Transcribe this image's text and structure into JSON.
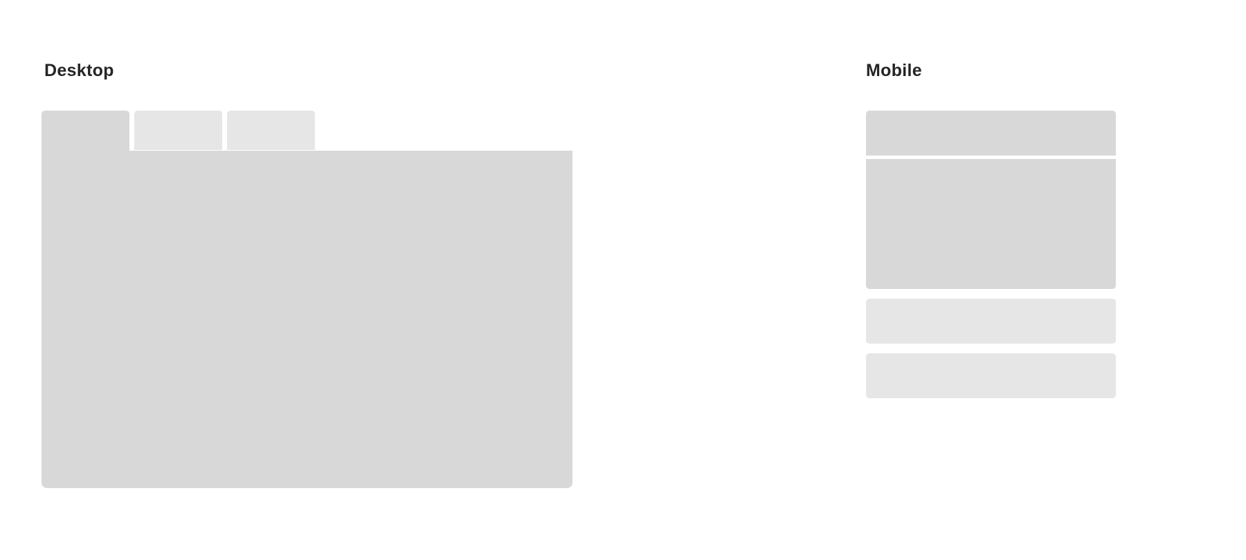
{
  "desktop": {
    "heading": "Desktop",
    "tabs": [
      {
        "state": "active",
        "color": "#d8d8d8"
      },
      {
        "state": "inactive",
        "color": "#e6e6e6"
      },
      {
        "state": "inactive",
        "color": "#e6e6e6"
      }
    ],
    "panel_color": "#d8d8d8"
  },
  "mobile": {
    "heading": "Mobile",
    "items": [
      {
        "state": "expanded",
        "color": "#d8d8d8"
      },
      {
        "state": "collapsed",
        "color": "#e6e6e6"
      },
      {
        "state": "collapsed",
        "color": "#e6e6e6"
      }
    ],
    "panel_color": "#d8d8d8"
  },
  "colors": {
    "background": "#ffffff",
    "heading_text": "#252525"
  }
}
